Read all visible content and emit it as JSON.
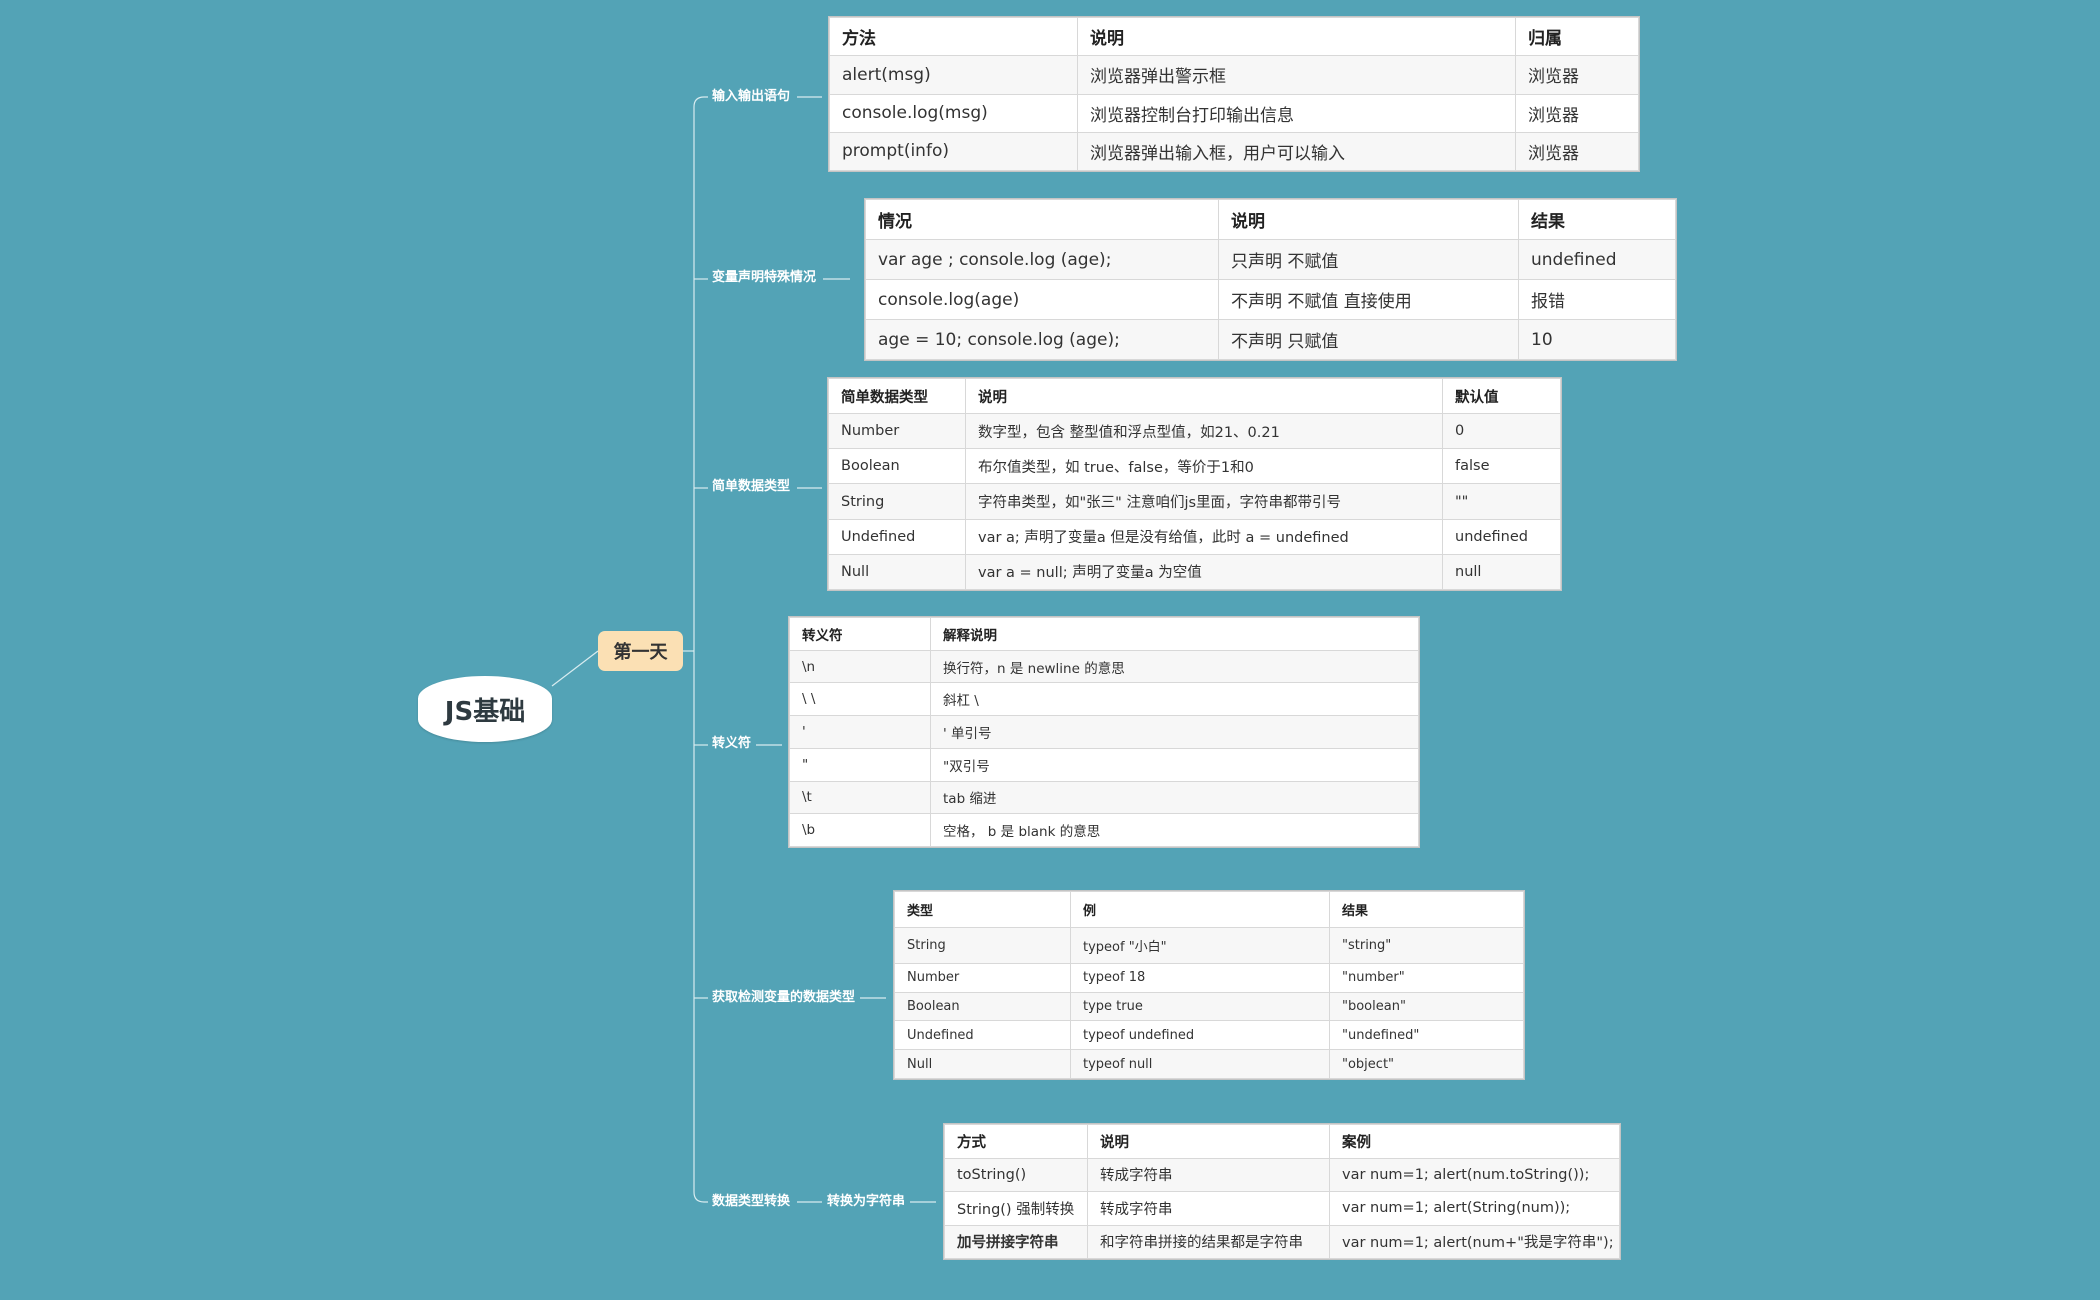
{
  "root": {
    "label": "JS基础"
  },
  "day": {
    "label": "第一天"
  },
  "branches": [
    {
      "label": "输入输出语句",
      "table": {
        "headers": [
          "方法",
          "说明",
          "归属"
        ],
        "rows": [
          [
            "alert(msg)",
            "浏览器弹出警示框",
            "浏览器"
          ],
          [
            "console.log(msg)",
            "浏览器控制台打印输出信息",
            "浏览器"
          ],
          [
            "prompt(info)",
            "浏览器弹出输入框，用户可以输入",
            "浏览器"
          ]
        ]
      }
    },
    {
      "label": "变量声明特殊情况",
      "table": {
        "headers": [
          "情况",
          "说明",
          "结果"
        ],
        "rows": [
          [
            "var  age ; console.log (age);",
            "只声明 不赋值",
            "undefined"
          ],
          [
            "console.log(age)",
            "不声明 不赋值  直接使用",
            "报错"
          ],
          [
            "age   = 10; console.log (age);",
            "不声明   只赋值",
            "10"
          ]
        ]
      }
    },
    {
      "label": "简单数据类型",
      "table": {
        "headers": [
          "简单数据类型",
          "说明",
          "默认值"
        ],
        "rows": [
          [
            "Number",
            "数字型，包含 整型值和浮点型值，如21、0.21",
            "0"
          ],
          [
            "Boolean",
            "布尔值类型，如 true、false，等价于1和0",
            "false"
          ],
          [
            "String",
            "字符串类型，如\"张三\" 注意咱们js里面，字符串都带引号",
            "\"\""
          ],
          [
            "Undefined",
            "var a;  声明了变量a 但是没有给值，此时 a = undefined",
            "undefined"
          ],
          [
            "Null",
            "var a = null;  声明了变量a  为空值",
            "null"
          ]
        ]
      }
    },
    {
      "label": "转义符",
      "table": {
        "headers": [
          "转义符",
          "解释说明"
        ],
        "rows": [
          [
            "\\n",
            "换行符，n   是    newline   的意思"
          ],
          [
            "\\ \\",
            "斜杠   \\"
          ],
          [
            "'",
            "'    单引号"
          ],
          [
            "\"",
            "\"双引号"
          ],
          [
            "\\t",
            "tab  缩进"
          ],
          [
            "\\b",
            "空格，  b    是    blank  的意思"
          ]
        ]
      }
    },
    {
      "label": "获取检测变量的数据类型",
      "table": {
        "headers": [
          "类型",
          "例",
          "结果"
        ],
        "rows": [
          [
            "String",
            "typeof \"小白\"",
            "\"string\""
          ],
          [
            "Number",
            "typeof 18",
            "\"number\""
          ],
          [
            "Boolean",
            "type true",
            "\"boolean\""
          ],
          [
            "Undefined",
            "typeof undefined",
            "\"undefined\""
          ],
          [
            "Null",
            "typeof null",
            "\"object\""
          ]
        ]
      }
    },
    {
      "label": "数据类型转换",
      "sub_label": "转换为字符串",
      "table": {
        "headers": [
          "方式",
          "说明",
          "案例"
        ],
        "rows": [
          [
            "toString()",
            "转成字符串",
            "var num=1; alert(num.toString());"
          ],
          [
            "String() 强制转换",
            "转成字符串",
            "var num=1; alert(String(num));"
          ],
          [
            "加号拼接字符串",
            "和字符串拼接的结果都是字符串",
            "var num=1; alert(num+\"我是字符串\");"
          ]
        ]
      }
    }
  ]
}
